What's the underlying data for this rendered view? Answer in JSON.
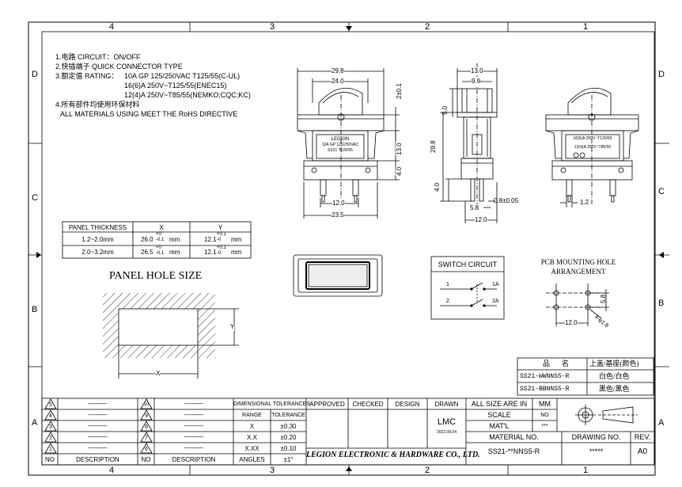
{
  "border": {
    "top_cols": [
      "4",
      "3",
      "2",
      "1"
    ],
    "bottom_cols": [
      "4",
      "3",
      "2",
      "1"
    ],
    "left_rows": [
      "D",
      "C",
      "B",
      "A"
    ],
    "right_rows": [
      "D",
      "C",
      "B",
      "A"
    ]
  },
  "notes": {
    "line1": "1.电路 CIRCUIT：ON/OFF",
    "line2": "2.快插端子 QUICK CONNECTOR TYPE",
    "line3a": "3.额定值 RATING：",
    "line3b": "10A GP 125/250VAC T125/55(C-UL)",
    "line3c": "16(6)A 250V~T125/55(ENEC15)",
    "line3d": "12(4)A 250V~T85/55(NEMKO;CQC;KC)",
    "line4": "4.所有部件均使用环保材料",
    "line5": "ALL MATERIALS USING MEET THE RoHS DIRECTIVE"
  },
  "thickness_table": {
    "headers": [
      "PANEL THICKNESS",
      "X",
      "Y"
    ],
    "rows": [
      [
        "1.2~2.0mm",
        "26.0",
        "+0",
        "-0.1",
        "mm",
        "12.1",
        "+0.1",
        "-0",
        "mm"
      ],
      [
        "2.0~3.2mm",
        "26.5",
        "+0",
        "-0.1",
        "mm",
        "12.1",
        "+0.1",
        "-0",
        "mm"
      ]
    ]
  },
  "panel_hole": {
    "title": "PANEL HOLE SIZE",
    "x_label": "X",
    "y_label": "Y"
  },
  "front_view": {
    "dims": [
      "29.8",
      "24.0",
      "2±0.1",
      "13.0",
      "4.0",
      "12.0",
      "23.5"
    ],
    "label_lines": [
      "LEGION",
      "10A GP 125/250VAC",
      "SS21   T125/55"
    ]
  },
  "side_view": {
    "dims": [
      "13.0",
      "9.9",
      "5.0",
      "29.8",
      "4.0",
      "5.8",
      "0.8±0.05",
      "12.0"
    ]
  },
  "rear_view": {
    "label_lines": [
      "16(6)A 250V~T125/55",
      "12(4)A 250V~T85/55"
    ],
    "dim": "1.2"
  },
  "switch_circuit": {
    "title": "SWITCH CIRCUIT",
    "pins": [
      "1",
      "1A",
      "2",
      "2A"
    ]
  },
  "pcb": {
    "title1": "PCB MOUNTING HOLE",
    "title2": "ARRANGEMENT",
    "dims": [
      "5.8",
      "12.0",
      "4-φ1.8"
    ]
  },
  "color_table": {
    "headers": [
      "品",
      "名",
      "上盖/基座(颜色)"
    ],
    "rows": [
      [
        "SS21-WWNNS5-R",
        "白色/白色"
      ],
      [
        "SS21-BBNNS5-R",
        "黑色/黑色"
      ]
    ]
  },
  "revisions": {
    "left_nums": [
      "5",
      "4",
      "3",
      "2",
      "1"
    ],
    "right_nums": [
      "10",
      "9",
      "8",
      "7",
      "6"
    ],
    "arrow": "———",
    "footer": [
      "NO",
      "DESCRIPTION",
      "NO",
      "DESCRIPTION"
    ]
  },
  "tolerances": {
    "title": "DIMENSIONAL TOLERANCES",
    "headers": [
      "RANGE",
      "TOLERANCE"
    ],
    "rows": [
      [
        "X",
        "±0.30"
      ],
      [
        "X.X",
        "±0.20"
      ],
      [
        "X.XX",
        "±0.10"
      ],
      [
        "ANGLES",
        "±1°"
      ]
    ]
  },
  "approvals": {
    "headers": [
      "APPROVED",
      "CHECKED",
      "DESIGN",
      "DRAWN"
    ],
    "drawn_by": "LMC",
    "date": "2022.08.04"
  },
  "company": "LEGION ELECTRONIC & HARDWARE CO., LTD.",
  "title_block": {
    "size_label": "ALL SIZE ARE IN",
    "size_unit": "MM",
    "scale_label": "SCALE",
    "scale_value": "NO",
    "mat_label": "MAT'L",
    "mat_value": "***",
    "material_no_label": "MATERIAL NO.",
    "material_no": "SS21-**NNS5-R",
    "drawing_no_label": "DRAWING NO.",
    "drawing_no": "*****",
    "rev_label": "REV.",
    "rev": "A0"
  }
}
